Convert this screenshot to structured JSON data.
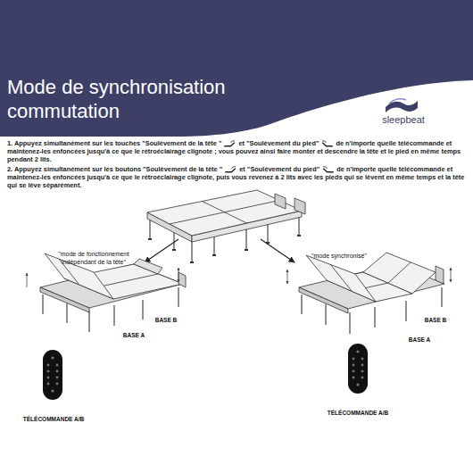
{
  "diagram": {
    "title": "Mode de synchronisation commutation",
    "labels": [
      "sleepbeat",
      "1. Appuyez simultanément sur les touches \"Soulèvement de la tête \"",
      "et \"Soulèvement du pied\"",
      "de n'importe quelle télécommande et maintenez-les enfoncées jusqu'à ce que le rétroéclairage clignote ; vous pouvez ainsi faire monter et descendre la tête et le pied en même temps pendant 2 lits.",
      "2. Appuyez simultanément sur les boutons \"Soulèvement de la tête \"",
      "et \"Soulèvement du pied\"",
      "de n'importe quelle télécommande et maintenez-les enfoncées jusqu'à ce que le rétroéclairage clignote, puis vous revenez à 2 lits avec les pieds qui se lèvent en même temps et la tête qui se lève séparément.",
      "\"mode de fonctionnement indépendant de la tête\"",
      "\"mode synchronisé\"",
      "BASE B",
      "BASE A",
      "BASE B",
      "BASE A",
      "TÉLÉCOMMANDE A/B",
      "TÉLÉCOMMANDE A/B"
    ]
  }
}
